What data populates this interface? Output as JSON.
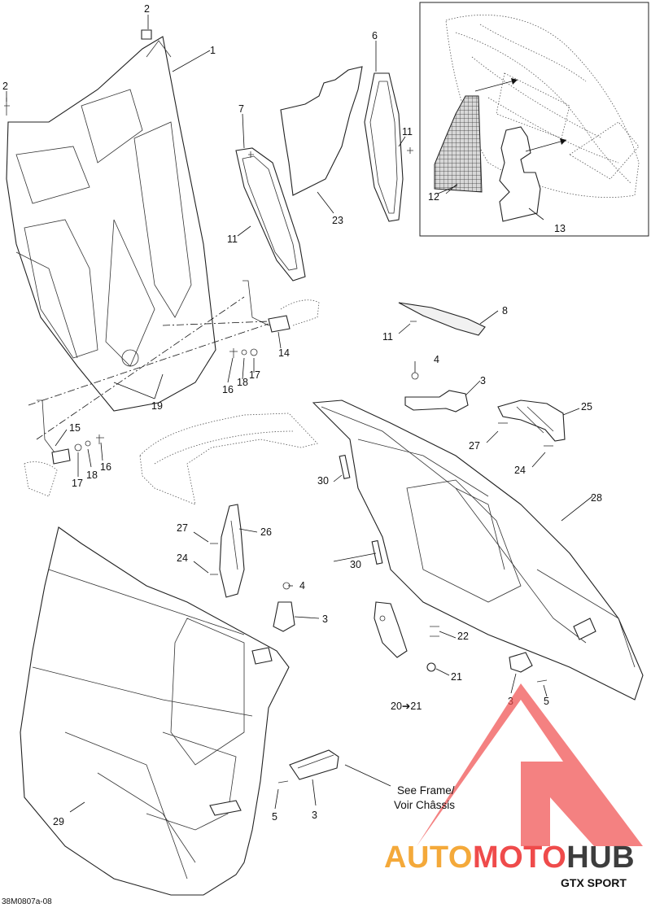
{
  "diagram": {
    "code": "38M0807a-08",
    "model": "GTX SPORT",
    "reference_note": {
      "line1": "See Frame/",
      "line2": "Voir Châssis"
    },
    "callout_20_21": "20➔21",
    "part_numbers": {
      "p1": "1",
      "p2a": "2",
      "p2b": "2",
      "p3a": "3",
      "p3b": "3",
      "p3c": "3",
      "p3d": "3",
      "p4a": "4",
      "p4b": "4",
      "p5a": "5",
      "p5b": "5",
      "p6": "6",
      "p7": "7",
      "p8": "8",
      "p11a": "11",
      "p11b": "11",
      "p11c": "11",
      "p12": "12",
      "p13": "13",
      "p14": "14",
      "p15": "15",
      "p16a": "16",
      "p16b": "16",
      "p17a": "17",
      "p17b": "17",
      "p18a": "18",
      "p18b": "18",
      "p19": "19",
      "p21": "21",
      "p22": "22",
      "p23": "23",
      "p24a": "24",
      "p24b": "24",
      "p25": "25",
      "p26": "26",
      "p27a": "27",
      "p27b": "27",
      "p28": "28",
      "p29": "29",
      "p30a": "30",
      "p30b": "30"
    }
  },
  "watermark": {
    "part1": "AUTO",
    "part2": "MOTO",
    "part3": "HUB",
    "colors": {
      "auto": "#f4a93a",
      "moto": "#ef4b4b",
      "hub": "#3d3d3d",
      "logo": "#ef4b4b"
    }
  }
}
